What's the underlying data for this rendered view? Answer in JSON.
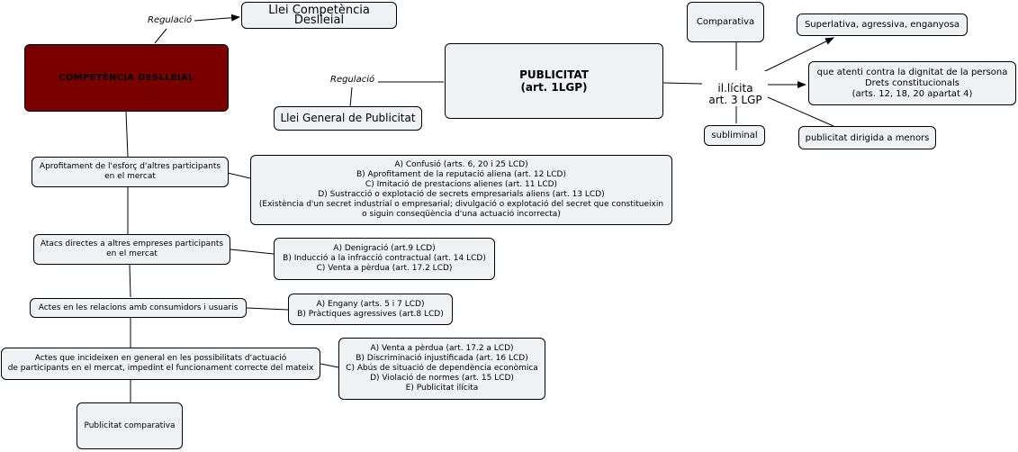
{
  "nodes": {
    "competencia": "COMPETÈNCIA DESLLEIAL",
    "llei_competencia": "Llei Competència Deslleial",
    "regulacio_1": "Regulació",
    "regulacio_2": "Regulació",
    "publicitat": "PUBLICITAT\n(art. 1LGP)",
    "llei_publicitat": "Llei General de Publicitat",
    "illicita": "il.lícita\nart. 3 LGP",
    "comparativa": "Comparativa",
    "subliminal": "subliminal",
    "superlativa": "Superlativa, agressiva, enganyosa",
    "dignitat": "que atenti contra la dignitat de la persona\nDrets constitucionals\n(arts. 12, 18, 20 apartat 4)",
    "menors": "publicitat dirigida a menors",
    "aprofitament": "Aprofitament de l'esforç d'altres participants\nen el mercat",
    "aprofitament_detall": "A) Confusió (arts. 6, 20 i 25 LCD)\nB) Aprofitament de la reputació aliena (art. 12 LCD)\nC) Imitació de prestacions alienes (art. 11 LCD)\nD) Sustracció o explotació de secrets empresarials aliens (art. 13 LCD)\n(Existència d'un secret industrial o empresarial; divulgació o explotació del secret que constitueixin\no siguin conseqüència d'una actuació incorrecta)",
    "atacs": "Atacs directes a altres empreses participants\nen el mercat",
    "atacs_detall": "A) Denigració (art.9 LCD)\nB) Inducció a la infracció contractual (art. 14 LCD)\nC) Venta a pèrdua (art. 17.2 LCD)",
    "actes_consumidors": "Actes en les relacions amb consumidors i usuaris",
    "actes_consumidors_detall": "A) Engany (arts. 5 i 7 LCD)\nB) Pràctiques agressives (art.8 LCD)",
    "actes_general": "Actes que incideixen en general en les possibilitats d'actuació\nde participants en el mercat, impedint el funcionament correcte del mateix",
    "actes_general_detall": "A) Venta a pèrdua (art. 17.2 a LCD)\nB) Discriminació injustificada (art. 16 LCD)\nC) Abús de situació de dependència econòmica\nD) Violació de normes (art. 15 LCD)\nE) Publicitat ilícita",
    "publicitat_comparativa": "Publicitat comparativa"
  },
  "colors": {
    "node_bg": "#eef2f5",
    "root_bg": "#7a0000",
    "line": "#000000"
  }
}
